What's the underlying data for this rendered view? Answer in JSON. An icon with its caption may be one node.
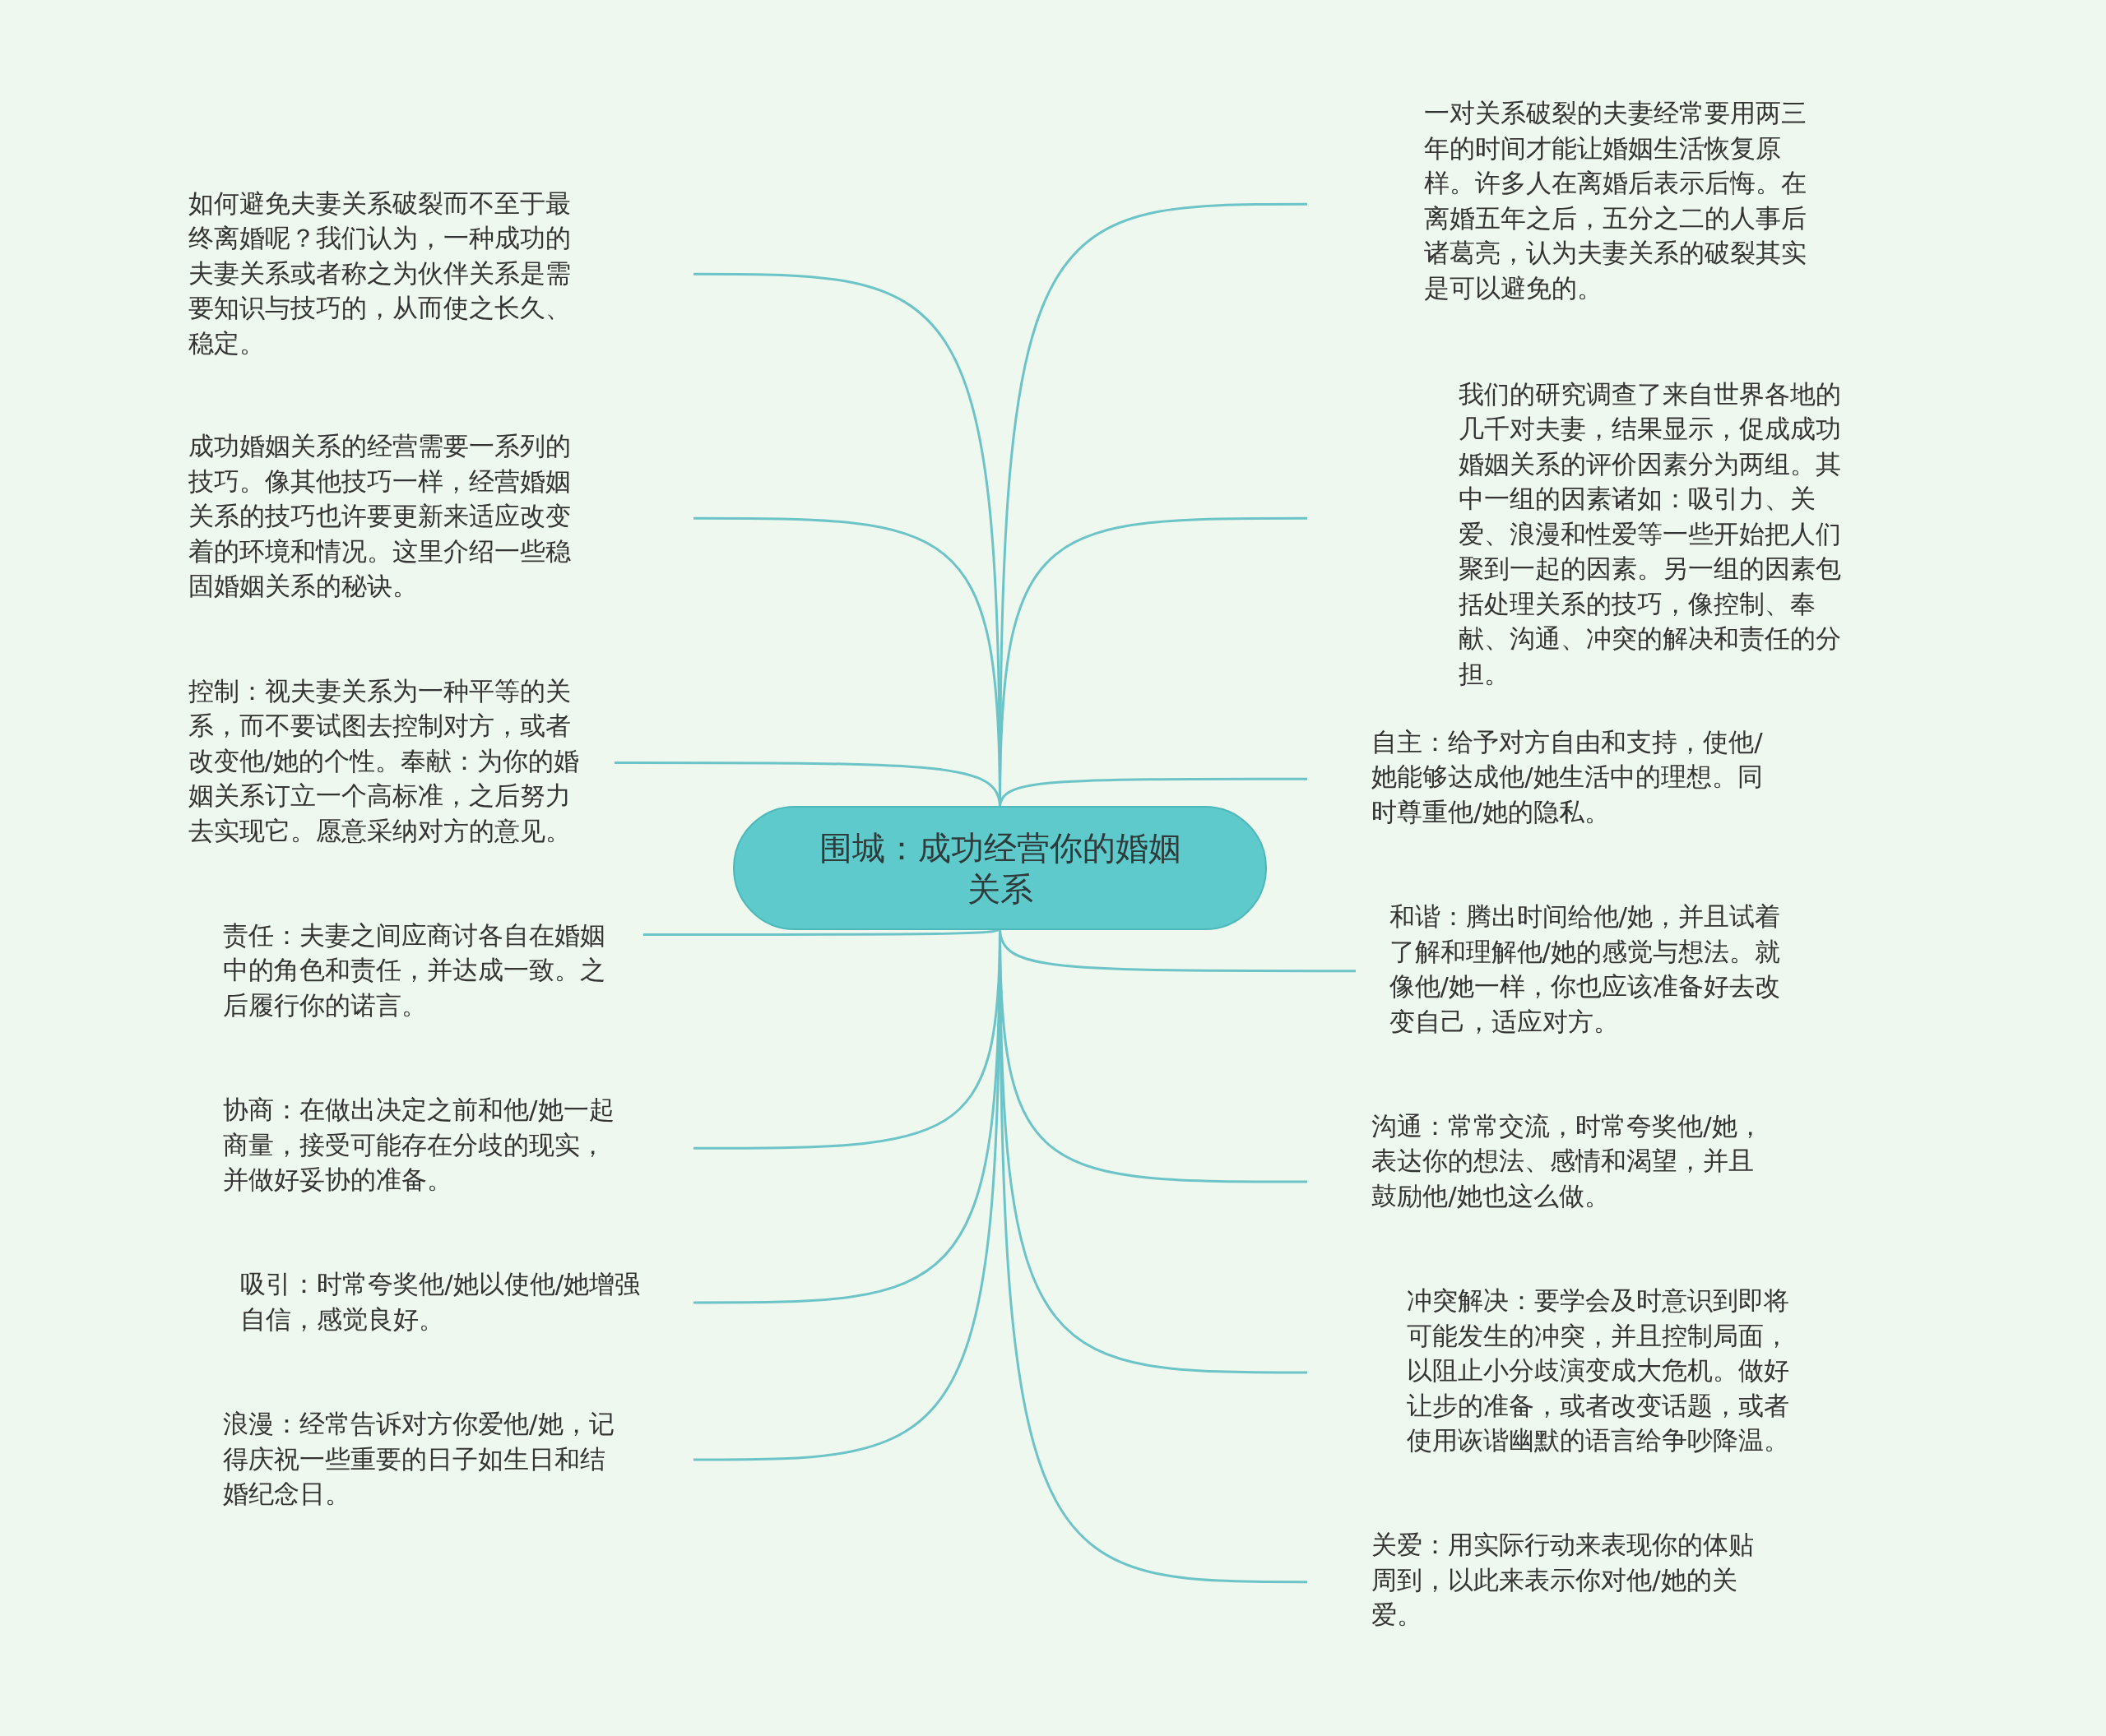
{
  "diagram": {
    "nodes": [
      {
        "text": [
          "围城：成功经营你的婚姻关系"
        ]
      },
      {
        "text": [
          "一对关系破裂的夫妻经常要用两三年的时间才能让婚姻生活恢复原样。许多人在离婚后表示后悔。在离婚五年之后，五分之二的人事后诸葛亮，认为夫妻关系的破裂其实是可以避免的。"
        ]
      },
      {
        "text": [
          "我们的研究调查了来自世界各地的几千对夫妻，结果显示，促成成功婚姻关系的评价因素分为两组。其中一组的因素诸如：吸引力、关爱、浪漫和性爱等一些开始把人们聚到一起的因素。另一组的因素包括处理关系的技巧，像控制、奉献、沟通、冲突的解决和责任的分担。"
        ]
      },
      {
        "text": [
          "自主：给予对方自由和支持，使他/她能够达成他/她生活中的理想。同时尊重他/她的隐私。"
        ]
      },
      {
        "text": [
          "和谐：腾出时间给他/她，并且试着了解和理解他/她的感觉与想法。就像他/她一样，你也应该准备好去改变自己，适应对方。"
        ]
      },
      {
        "text": [
          "沟通：常常交流，时常夸奖他/她，表达你的想法、感情和渴望，并且鼓励他/她也这么做。"
        ]
      },
      {
        "text": [
          "冲突解决：要学会及时意识到即将可能发生的冲突，并且控制局面，以阻止小分歧演变成大危机。做好让步的准备，或者改变话题，或者使用诙谐幽默的语言给争吵降温。"
        ]
      },
      {
        "text": [
          "关爱：用实际行动来表现你的体贴周到，以此来表示你对他/她的关爱。"
        ]
      },
      {
        "text": [
          "如何避免夫妻关系破裂而不至于最终离婚呢？我们认为，一种成功的夫妻关系或者称之为伙伴关系是需要知识与技巧的，从而使之长久、稳定。"
        ]
      },
      {
        "text": [
          "成功婚姻关系的经营需要一系列的技巧。像其他技巧一样，经营婚姻关系的技巧也许要更新来适应改变着的环境和情况。这里介绍一些稳固婚姻关系的秘诀。"
        ]
      },
      {
        "text": [
          "控制：视夫妻关系为一种平等的关系，而不要试图去控制对方，或者改变他/她的个性。奉献：为你的婚姻关系订立一个高标准，之后努力去实现它。愿意采纳对方的意见。"
        ]
      },
      {
        "text": [
          "责任：夫妻之间应商讨各自在婚姻中的角色和责任，并达成一致。之后履行你的诺言。"
        ]
      },
      {
        "text": [
          "协商：在做出决定之前和他/她一起商量，接受可能存在分歧的现实，并做好妥协的准备。"
        ]
      },
      {
        "text": [
          "吸引：时常夸奖他/她以使他/她增强自信，感觉良好。"
        ]
      },
      {
        "text": [
          "浪漫：经常告诉对方你爱他/她，记得庆祝一些重要的日子如生日和结婚纪念日。"
        ]
      }
    ],
    "edges": [
      {
        "from": 0,
        "to": 1,
        "arrow": "none"
      },
      {
        "from": 0,
        "to": 2,
        "arrow": "none"
      },
      {
        "from": 0,
        "to": 3,
        "arrow": "none"
      },
      {
        "from": 0,
        "to": 4,
        "arrow": "none"
      },
      {
        "from": 0,
        "to": 5,
        "arrow": "none"
      },
      {
        "from": 0,
        "to": 6,
        "arrow": "none"
      },
      {
        "from": 0,
        "to": 7,
        "arrow": "none"
      },
      {
        "from": 0,
        "to": 8,
        "arrow": "none"
      },
      {
        "from": 0,
        "to": 9,
        "arrow": "none"
      },
      {
        "from": 0,
        "to": 10,
        "arrow": "none"
      },
      {
        "from": 0,
        "to": 11,
        "arrow": "none"
      },
      {
        "from": 0,
        "to": 12,
        "arrow": "none"
      },
      {
        "from": 0,
        "to": 13,
        "arrow": "none"
      },
      {
        "from": 0,
        "to": 14,
        "arrow": "none"
      }
    ]
  }
}
